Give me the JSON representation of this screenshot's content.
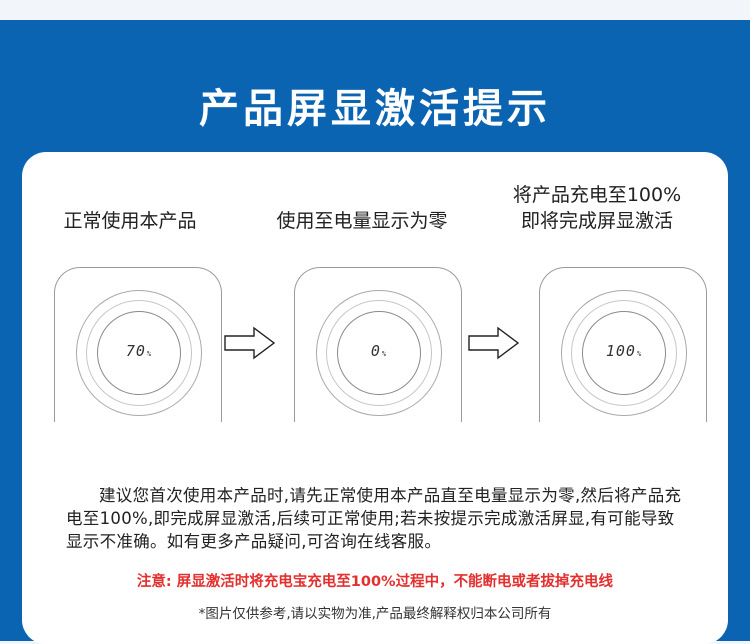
{
  "title": "产品屏显激活提示",
  "steps": [
    {
      "label_line1": "正常使用本产品",
      "label_line2": "",
      "display_value": "70",
      "display_unit": "%"
    },
    {
      "label_line1": "使用至电量显示为零",
      "label_line2": "",
      "display_value": "0",
      "display_unit": "%"
    },
    {
      "label_line1": "将产品充电至100%",
      "label_line2": "即将完成屏显激活",
      "display_value": "100",
      "display_unit": "%"
    }
  ],
  "description": "建议您首次使用本产品时,请先正常使用本产品直至电量显示为零,然后将产品充电至100%,即完成屏显激活,后续可正常使用;若未按提示完成激活屏显,有可能导致显示不准确。如有更多产品疑问,可咨询在线客服。",
  "warning": "注意: 屏显激活时将充电宝充电至100%过程中，不能断电或者拔掉充电线",
  "disclaimer": "*图片仅供参考,请以实物为准,产品最终解释权归本公司所有",
  "colors": {
    "banner": "#0b64b2",
    "warning": "#e3302f",
    "card": "#ffffff"
  },
  "icons": [
    "right-arrow-icon",
    "right-arrow-icon"
  ]
}
